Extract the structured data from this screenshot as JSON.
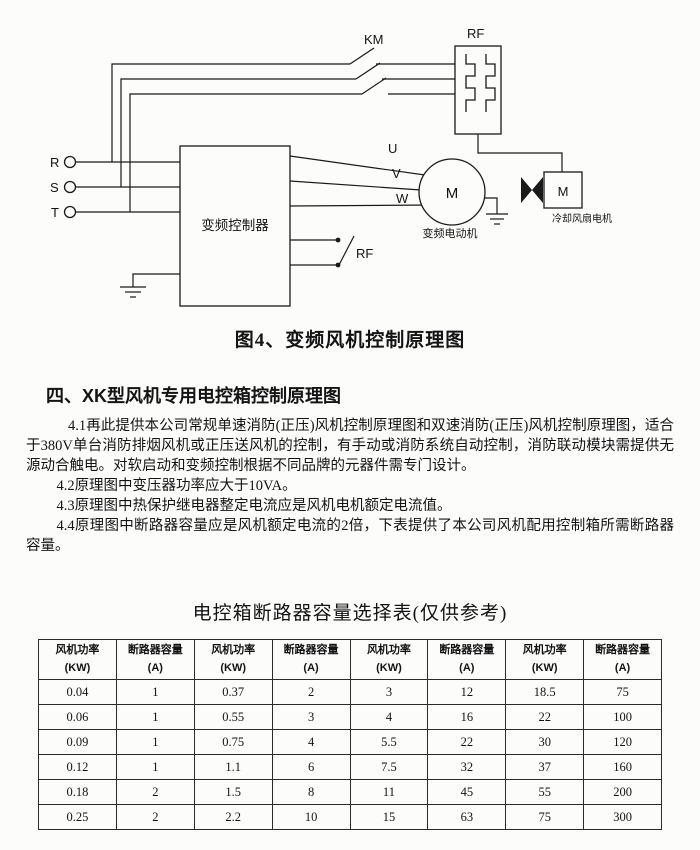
{
  "figure": {
    "caption": "图4、变频风机控制原理图",
    "labels": {
      "km": "KM",
      "rf_top": "RF",
      "rf_contact": "RF",
      "phase_r": "R",
      "phase_s": "S",
      "phase_t": "T",
      "controller": "变频控制器",
      "u": "U",
      "v": "V",
      "w": "W",
      "motor": "M",
      "motor_caption": "变频电动机",
      "fan_motor": "M",
      "fan_caption": "冷却风扇电机"
    }
  },
  "section": {
    "heading": "四、XK型风机专用电控箱控制原理图",
    "paragraphs": [
      "4.1再此提供本公司常规单速消防(正压)风机控制原理图和双速消防(正压)风机控制原理图，适合于380V单台消防排烟风机或正压送风机的控制，有手动或消防系统自动控制，消防联动模块需提供无源动合触电。对软启动和变频控制根据不同品牌的元器件需专门设计。",
      "4.2原理图中变压器功率应大于10VA。",
      "4.3原理图中热保护继电器整定电流应是风机电机额定电流值。",
      "4.4原理图中断路器容量应是风机额定电流的2倍，下表提供了本公司风机配用控制箱所需断路器容量。"
    ]
  },
  "table": {
    "title": "电控箱断路器容量选择表(仅供参考)",
    "headers": [
      {
        "label": "风机功率",
        "unit": "(KW)"
      },
      {
        "label": "断路器容量",
        "unit": "(A)"
      },
      {
        "label": "风机功率",
        "unit": "(KW)"
      },
      {
        "label": "断路器容量",
        "unit": "(A)"
      },
      {
        "label": "风机功率",
        "unit": "(KW)"
      },
      {
        "label": "断路器容量",
        "unit": "(A)"
      },
      {
        "label": "风机功率",
        "unit": "(KW)"
      },
      {
        "label": "断路器容量",
        "unit": "(A)"
      }
    ],
    "rows": [
      [
        "0.04",
        "1",
        "0.37",
        "2",
        "3",
        "12",
        "18.5",
        "75"
      ],
      [
        "0.06",
        "1",
        "0.55",
        "3",
        "4",
        "16",
        "22",
        "100"
      ],
      [
        "0.09",
        "1",
        "0.75",
        "4",
        "5.5",
        "22",
        "30",
        "120"
      ],
      [
        "0.12",
        "1",
        "1.1",
        "6",
        "7.5",
        "32",
        "37",
        "160"
      ],
      [
        "0.18",
        "2",
        "1.5",
        "8",
        "11",
        "45",
        "55",
        "200"
      ],
      [
        "0.25",
        "2",
        "2.2",
        "10",
        "15",
        "63",
        "75",
        "300"
      ]
    ]
  }
}
